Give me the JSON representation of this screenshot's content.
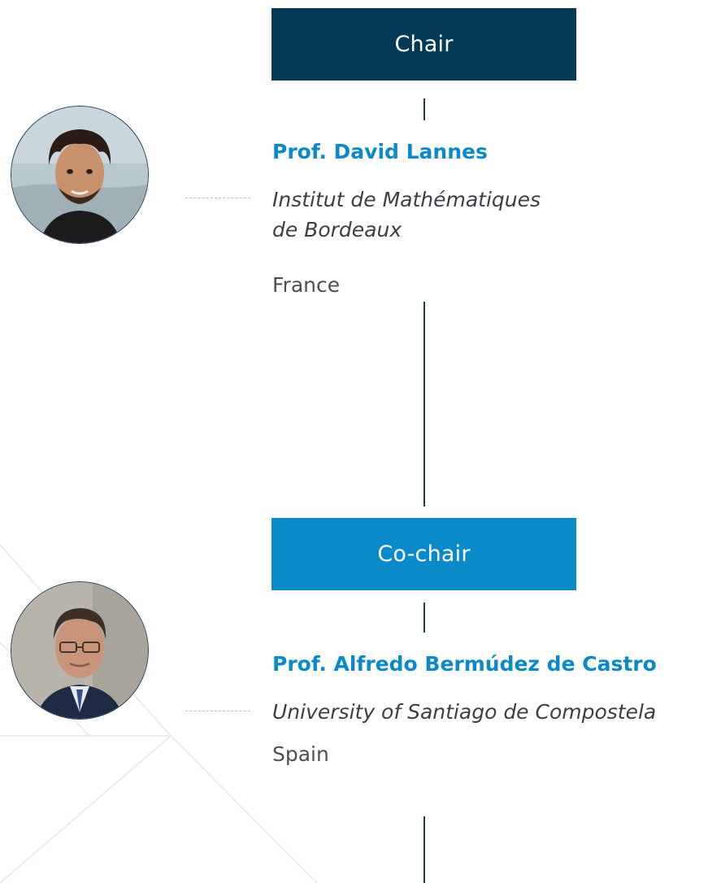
{
  "chair": {
    "role": "Chair",
    "name": "Prof. David Lannes",
    "affiliation_line1": "Institut de Mathématiques",
    "affiliation_line2": "de Bordeaux",
    "country": "France"
  },
  "cochair": {
    "role": "Co-chair",
    "name": "Prof. Alfredo Bermúdez de Castro",
    "affiliation_line1": "University of Santiago de Compostela",
    "country": "Spain"
  },
  "colors": {
    "chair_header": "#043a55",
    "cochair_header": "#0a8ac9",
    "name_text": "#0a8ac9",
    "body_text": "#3b3f45"
  }
}
